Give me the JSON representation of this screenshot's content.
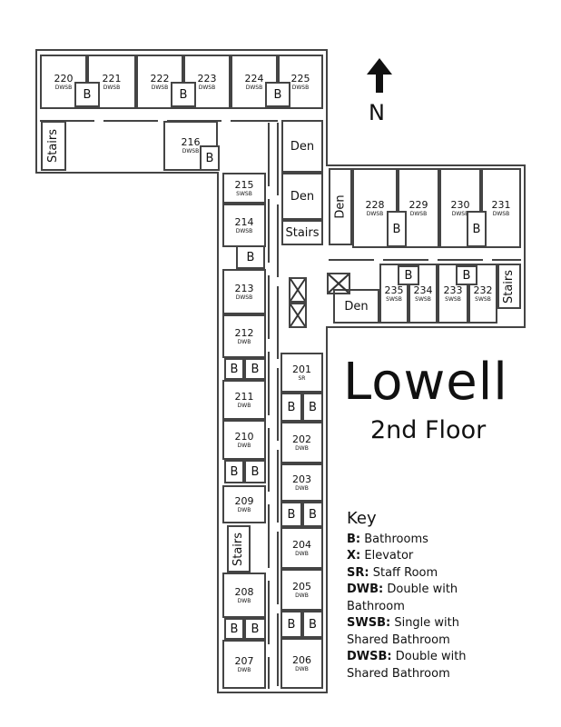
{
  "title": "Lowell",
  "subtitle": "2nd Floor",
  "north_label": "N",
  "labels": {
    "bathroom": "B",
    "den": "Den",
    "stairs": "Stairs"
  },
  "rooms": [
    {
      "number": "220",
      "type": "DWSB"
    },
    {
      "number": "221",
      "type": "DWSB"
    },
    {
      "number": "222",
      "type": "DWSB"
    },
    {
      "number": "223",
      "type": "DWSB"
    },
    {
      "number": "224",
      "type": "DWSB"
    },
    {
      "number": "225",
      "type": "DWSB"
    },
    {
      "number": "216",
      "type": "DWSB"
    },
    {
      "number": "215",
      "type": "SWSB"
    },
    {
      "number": "214",
      "type": "DWSB"
    },
    {
      "number": "213",
      "type": "DWSB"
    },
    {
      "number": "212",
      "type": "DWB"
    },
    {
      "number": "211",
      "type": "DWB"
    },
    {
      "number": "210",
      "type": "DWB"
    },
    {
      "number": "209",
      "type": "DWB"
    },
    {
      "number": "208",
      "type": "DWB"
    },
    {
      "number": "207",
      "type": "DWB"
    },
    {
      "number": "201",
      "type": "SR"
    },
    {
      "number": "202",
      "type": "DWB"
    },
    {
      "number": "203",
      "type": "DWB"
    },
    {
      "number": "204",
      "type": "DWB"
    },
    {
      "number": "205",
      "type": "DWB"
    },
    {
      "number": "206",
      "type": "DWB"
    },
    {
      "number": "228",
      "type": "DWSB"
    },
    {
      "number": "229",
      "type": "DWSB"
    },
    {
      "number": "230",
      "type": "DWSB"
    },
    {
      "number": "231",
      "type": "DWSB"
    },
    {
      "number": "235",
      "type": "SWSB"
    },
    {
      "number": "234",
      "type": "SWSB"
    },
    {
      "number": "233",
      "type": "SWSB"
    },
    {
      "number": "232",
      "type": "SWSB"
    }
  ],
  "key": {
    "heading": "Key",
    "entries": [
      {
        "code": "B:",
        "text": "Bathrooms"
      },
      {
        "code": "X:",
        "text": "Elevator"
      },
      {
        "code": "SR:",
        "text": "Staff Room"
      },
      {
        "code": "DWB:",
        "text": "Double with Bathroom"
      },
      {
        "code": "SWSB:",
        "text": "Single with Shared Bathroom"
      },
      {
        "code": "DWSB:",
        "text": "Double with Shared Bathroom"
      }
    ]
  }
}
